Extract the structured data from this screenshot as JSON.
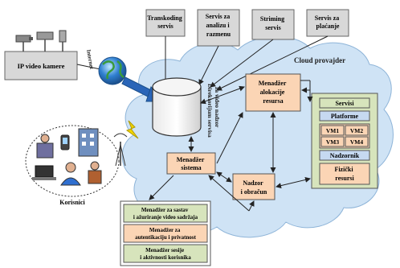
{
  "top_services": [
    [
      "Transkoding",
      "servis"
    ],
    [
      "Servis za",
      "analizu i",
      "razmenu"
    ],
    [
      "Striming",
      "servis"
    ],
    [
      "Servis za",
      "plaćanje"
    ]
  ],
  "ip_cameras": "IP video kamere",
  "internet": "Internet",
  "cloud_provider": "Cloud provajder",
  "directory": [
    "Direktorijum servisa",
    "za video nadzor"
  ],
  "allocation_manager": [
    "Menadžer",
    "alokacije",
    "resursa"
  ],
  "system_manager": [
    "Menadžer",
    "sistema"
  ],
  "billing": [
    "Nadzor",
    "i obračun"
  ],
  "users": "Korisnici",
  "right_stack": {
    "services": "Servisi",
    "platforms": "Platforme",
    "vms": [
      "VM1",
      "VM2",
      "VM3",
      "VM4"
    ],
    "supervisor": "Nadzornik",
    "physical": [
      "Fizički",
      "resursi"
    ]
  },
  "bottom_managers": [
    [
      "Menadžer za sastav",
      "i ažuriranje video sadržaja"
    ],
    [
      "Menadžer za",
      "autentikaciju i privatnost"
    ],
    [
      "Menadžer sesije",
      "i aktivnosti korisnika"
    ]
  ],
  "colors": {
    "gray_box": "#d8d8d8",
    "peach": "#fbd5b5",
    "green": "#d7e4bc",
    "blue": "#c6d9f1",
    "cloud": "#cfe3f5"
  }
}
